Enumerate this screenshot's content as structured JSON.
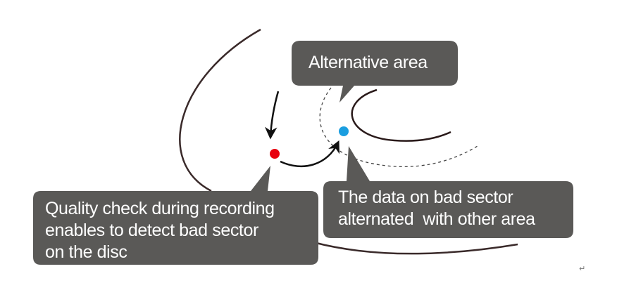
{
  "colors": {
    "callout_fill": "#5a5957",
    "callout_text": "#ffffff",
    "curve_stroke": "#3a2a2a",
    "bad_sector_dot": "#e8000e",
    "alternative_dot": "#1a9ee0",
    "arrow_color": "#111111"
  },
  "callouts": {
    "alternative_area": "Alternative area",
    "quality_check": "Quality check during recording\nenables to detect bad sector\non the disc",
    "data_alternated": "The data on bad sector\nalternated  with other area"
  },
  "marks": {
    "bad_sector_dot": "bad sector",
    "alternative_dot": "alternative area point",
    "return_symbol": "↵"
  }
}
